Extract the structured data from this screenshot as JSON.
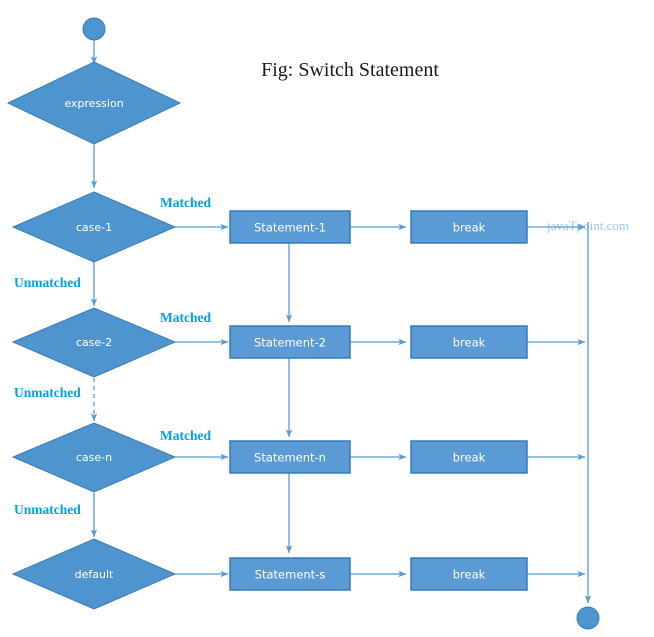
{
  "title": "Fig: Switch Statement",
  "watermark": "javaTpoint.com",
  "colors": {
    "node_fill": "#4E95D0",
    "node_stroke": "#3C7CB4",
    "process_fill": "#5B9BD5",
    "process_stroke": "#2E75B6",
    "edge": "#5B9BD5",
    "edge_label": "#00A2E8",
    "title": "#1a1a1a",
    "watermark": "#9CC8EC",
    "background": "#ffffff"
  },
  "chart_data": {
    "type": "diagram",
    "title": "Fig: Switch Statement",
    "nodes": [
      {
        "id": "start",
        "shape": "circle",
        "label": ""
      },
      {
        "id": "expression",
        "shape": "diamond",
        "label": "expression"
      },
      {
        "id": "case-1",
        "shape": "diamond",
        "label": "case-1"
      },
      {
        "id": "case-2",
        "shape": "diamond",
        "label": "case-2"
      },
      {
        "id": "case-n",
        "shape": "diamond",
        "label": "case-n"
      },
      {
        "id": "default",
        "shape": "diamond",
        "label": "default"
      },
      {
        "id": "statement-1",
        "shape": "rect",
        "label": "Statement-1"
      },
      {
        "id": "statement-2",
        "shape": "rect",
        "label": "Statement-2"
      },
      {
        "id": "statement-n",
        "shape": "rect",
        "label": "Statement-n"
      },
      {
        "id": "statement-s",
        "shape": "rect",
        "label": "Statement-s"
      },
      {
        "id": "break-1",
        "shape": "rect",
        "label": "break"
      },
      {
        "id": "break-2",
        "shape": "rect",
        "label": "break"
      },
      {
        "id": "break-n",
        "shape": "rect",
        "label": "break"
      },
      {
        "id": "break-s",
        "shape": "rect",
        "label": "break"
      },
      {
        "id": "end",
        "shape": "circle",
        "label": ""
      }
    ],
    "edges": [
      {
        "from": "start",
        "to": "expression",
        "label": "",
        "style": "solid"
      },
      {
        "from": "expression",
        "to": "case-1",
        "label": "",
        "style": "solid"
      },
      {
        "from": "case-1",
        "to": "statement-1",
        "label": "Matched",
        "style": "solid"
      },
      {
        "from": "case-1",
        "to": "case-2",
        "label": "Unmatched",
        "style": "solid"
      },
      {
        "from": "case-2",
        "to": "statement-2",
        "label": "Matched",
        "style": "solid"
      },
      {
        "from": "case-2",
        "to": "case-n",
        "label": "Unmatched",
        "style": "dashed"
      },
      {
        "from": "case-n",
        "to": "statement-n",
        "label": "Matched",
        "style": "solid"
      },
      {
        "from": "case-n",
        "to": "default",
        "label": "Unmatched",
        "style": "solid"
      },
      {
        "from": "default",
        "to": "statement-s",
        "label": "",
        "style": "solid"
      },
      {
        "from": "statement-1",
        "to": "break-1",
        "label": "",
        "style": "solid"
      },
      {
        "from": "statement-2",
        "to": "break-2",
        "label": "",
        "style": "solid"
      },
      {
        "from": "statement-n",
        "to": "break-n",
        "label": "",
        "style": "solid"
      },
      {
        "from": "statement-s",
        "to": "break-s",
        "label": "",
        "style": "solid"
      },
      {
        "from": "statement-1",
        "to": "statement-2",
        "label": "",
        "style": "solid"
      },
      {
        "from": "statement-2",
        "to": "statement-n",
        "label": "",
        "style": "solid"
      },
      {
        "from": "statement-n",
        "to": "statement-s",
        "label": "",
        "style": "solid"
      },
      {
        "from": "break-1",
        "to": "exit-bus",
        "label": "",
        "style": "solid"
      },
      {
        "from": "break-2",
        "to": "exit-bus",
        "label": "",
        "style": "solid"
      },
      {
        "from": "break-n",
        "to": "exit-bus",
        "label": "",
        "style": "solid"
      },
      {
        "from": "break-s",
        "to": "exit-bus",
        "label": "",
        "style": "solid"
      },
      {
        "from": "exit-bus",
        "to": "end",
        "label": "",
        "style": "solid"
      }
    ]
  },
  "labels": {
    "matched": "Matched",
    "unmatched": "Unmatched",
    "expression": "expression",
    "case_1": "case-1",
    "case_2": "case-2",
    "case_n": "case-n",
    "default": "default",
    "statement_1": "Statement-1",
    "statement_2": "Statement-2",
    "statement_n": "Statement-n",
    "statement_s": "Statement-s",
    "break": "break"
  }
}
